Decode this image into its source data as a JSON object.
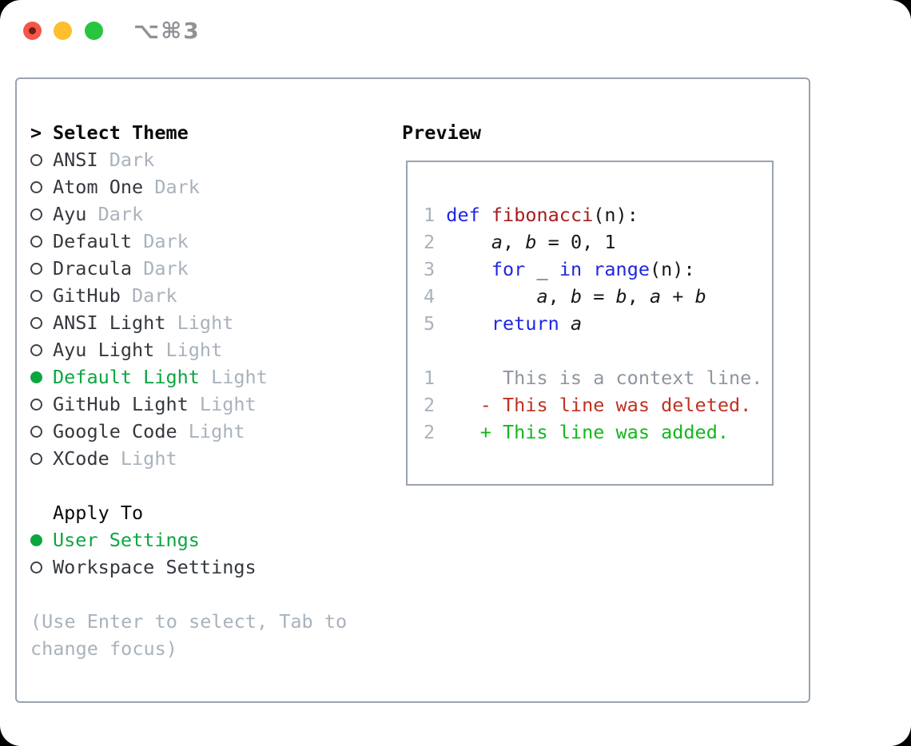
{
  "window": {
    "title": "⌥⌘3",
    "traffic_lights": [
      "close",
      "minimize",
      "zoom"
    ]
  },
  "theme_list": {
    "header_marker": ">",
    "header": "Select Theme",
    "items": [
      {
        "name": "ANSI",
        "variant": "Dark",
        "selected": false
      },
      {
        "name": "Atom One",
        "variant": "Dark",
        "selected": false
      },
      {
        "name": "Ayu",
        "variant": "Dark",
        "selected": false
      },
      {
        "name": "Default",
        "variant": "Dark",
        "selected": false
      },
      {
        "name": "Dracula",
        "variant": "Dark",
        "selected": false
      },
      {
        "name": "GitHub",
        "variant": "Dark",
        "selected": false
      },
      {
        "name": "ANSI Light",
        "variant": "Light",
        "selected": false
      },
      {
        "name": "Ayu Light",
        "variant": "Light",
        "selected": false
      },
      {
        "name": "Default Light",
        "variant": "Light",
        "selected": true
      },
      {
        "name": "GitHub Light",
        "variant": "Light",
        "selected": false
      },
      {
        "name": "Google Code",
        "variant": "Light",
        "selected": false
      },
      {
        "name": "XCode",
        "variant": "Light",
        "selected": false
      }
    ]
  },
  "apply_to": {
    "header": "Apply To",
    "options": [
      {
        "label": "User Settings",
        "selected": true
      },
      {
        "label": "Workspace Settings",
        "selected": false
      }
    ]
  },
  "help_text": "(Use Enter to select, Tab to change focus)",
  "preview": {
    "header": "Preview",
    "lines": [
      {
        "n": "1",
        "tokens": [
          [
            "def",
            "kw"
          ],
          [
            " ",
            "pl"
          ],
          [
            "fibonacci",
            "fn"
          ],
          [
            "(n):",
            "pl"
          ]
        ]
      },
      {
        "n": "2",
        "tokens": [
          [
            "    ",
            "pl"
          ],
          [
            "a",
            "var"
          ],
          [
            ", ",
            "pl"
          ],
          [
            "b",
            "var"
          ],
          [
            " = 0, 1",
            "pl"
          ]
        ]
      },
      {
        "n": "3",
        "tokens": [
          [
            "    ",
            "pl"
          ],
          [
            "for",
            "kw"
          ],
          [
            " ",
            "pl"
          ],
          [
            "_",
            "pl"
          ],
          [
            " ",
            "pl"
          ],
          [
            "in",
            "kw"
          ],
          [
            " ",
            "pl"
          ],
          [
            "range",
            "kw"
          ],
          [
            "(n):",
            "pl"
          ]
        ]
      },
      {
        "n": "4",
        "tokens": [
          [
            "        ",
            "pl"
          ],
          [
            "a",
            "var"
          ],
          [
            ", ",
            "pl"
          ],
          [
            "b",
            "var"
          ],
          [
            " = ",
            "pl"
          ],
          [
            "b",
            "var"
          ],
          [
            ", ",
            "pl"
          ],
          [
            "a",
            "var"
          ],
          [
            " + ",
            "pl"
          ],
          [
            "b",
            "var"
          ]
        ]
      },
      {
        "n": "5",
        "tokens": [
          [
            "    ",
            "pl"
          ],
          [
            "return",
            "kw"
          ],
          [
            " ",
            "pl"
          ],
          [
            "a",
            "var"
          ]
        ]
      },
      {
        "n": "",
        "tokens": []
      },
      {
        "n": "1",
        "tokens": [
          [
            "     This is a context line.",
            "ctx"
          ]
        ]
      },
      {
        "n": "2",
        "tokens": [
          [
            "   - This line was deleted.",
            "del"
          ]
        ]
      },
      {
        "n": "2",
        "tokens": [
          [
            "   + This line was added.",
            "add"
          ]
        ]
      }
    ]
  },
  "colors": {
    "accent_green": "#0ca641",
    "keyword_blue": "#1f27e0",
    "function_red": "#a31e1e",
    "deleted_red": "#bf3220",
    "added_green": "#12b81b",
    "context_gray": "#8f969e",
    "muted_gray": "#a9b2bc",
    "border_gray": "#9aa3ad",
    "traffic_red": "#f5564b",
    "traffic_yellow": "#fdbe2f",
    "traffic_green": "#29c53e"
  }
}
